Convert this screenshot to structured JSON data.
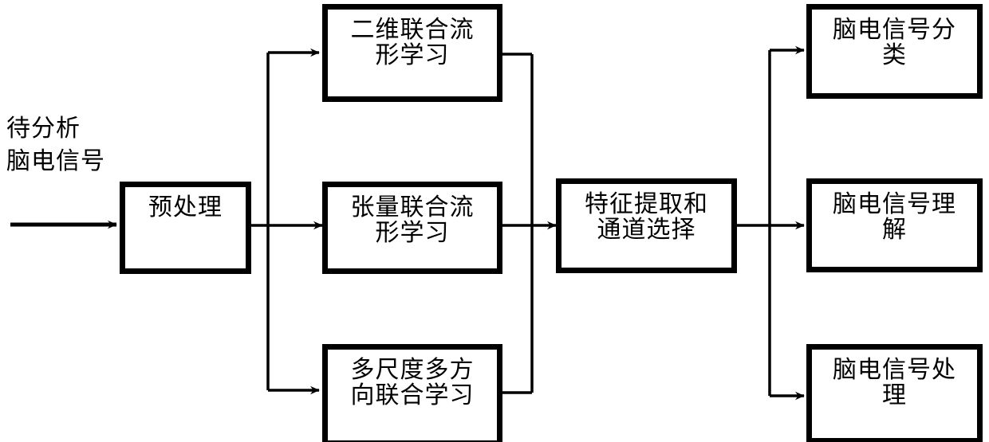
{
  "diagram": {
    "title": "EEG signal analysis flowchart",
    "background_color": "#ffffff",
    "line_color": "#000000",
    "box_border_color": "#000000",
    "source_label": "待分析\n脑电信号",
    "nodes": {
      "preprocess": "预处理",
      "two_dim_manifold": "二维联合流\n形学习",
      "tensor_manifold": "张量联合流\n形学习",
      "multiscale_learning": "多尺度多方\n向联合学习",
      "feature_channel": "特征提取和\n通道选择",
      "classification": "脑电信号分\n类",
      "understanding": "脑电信号理\n解",
      "processing": "脑电信号处\n理"
    }
  }
}
